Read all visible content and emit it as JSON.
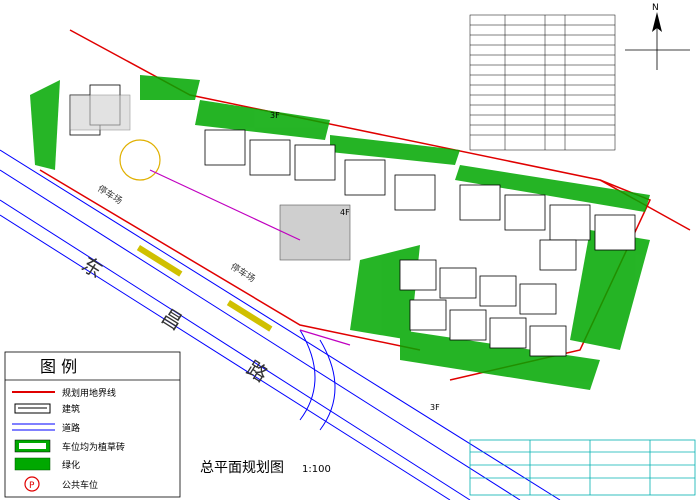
{
  "title": "总平面规划图",
  "scale": "1:100",
  "legend": {
    "heading": "图  例",
    "items": [
      {
        "label": "规划用地界线",
        "symbol": "redline"
      },
      {
        "label": "建筑",
        "symbol": "building"
      },
      {
        "label": "道路",
        "symbol": "road"
      },
      {
        "label": "车位均为植草砖",
        "symbol": "parking"
      },
      {
        "label": "绿化",
        "symbol": "green"
      },
      {
        "label": "公共车位",
        "symbol": "p-circle",
        "glyph": "P"
      }
    ]
  },
  "plan_labels": {
    "road_name_1": "东",
    "road_name_2": "昌",
    "road_name_3": "路",
    "parking_lot_1": "停车场",
    "parking_lot_2": "停车场",
    "block_label_1": "3F",
    "block_label_2": "4F",
    "block_label_3": "3F"
  },
  "north_arrow": {
    "glyph": "N"
  },
  "colors": {
    "redline": "#e00000",
    "green": "#00a800",
    "road": "#0000ff",
    "building": "#000000",
    "yellow": "#ffff00",
    "titleblock": "#00b0b0"
  }
}
